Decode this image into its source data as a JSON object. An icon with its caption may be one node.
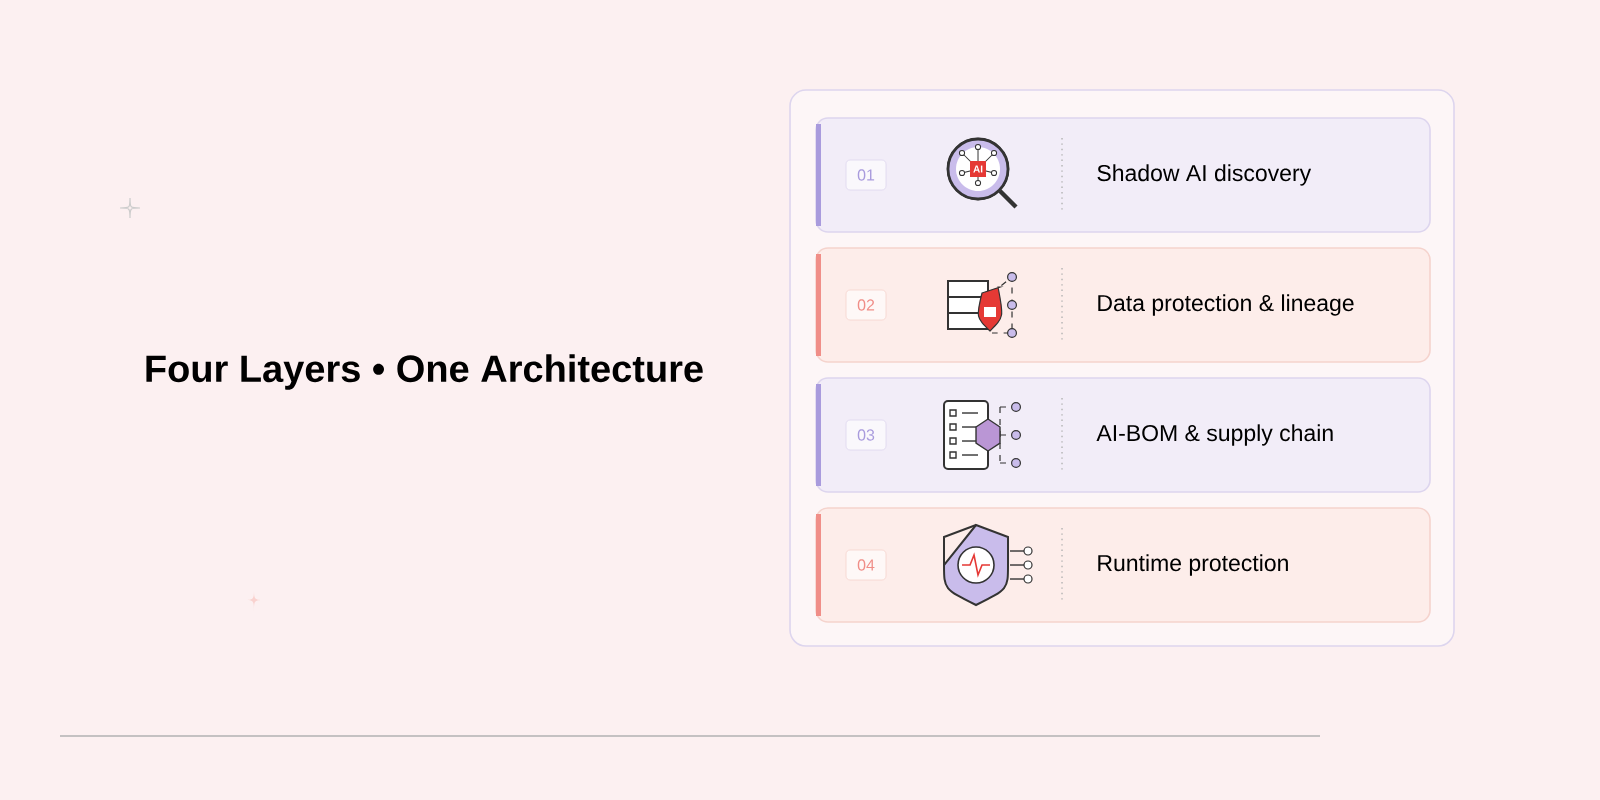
{
  "diagram": {
    "title": "Four Layers • One Architecture",
    "nodes": [
      {
        "text": [],
        "shape": "box"
      },
      {
        "text": [
          "01",
          "Shadow AI discovery"
        ],
        "in": 0
      },
      {
        "text": [
          "02",
          "Data protection & lineage"
        ],
        "in": 0
      },
      {
        "text": [
          "03",
          "AI-BOM & supply chain"
        ],
        "in": 0
      },
      {
        "text": [
          "04",
          "Runtime protection"
        ],
        "in": 0
      }
    ],
    "labels": [
      "AI"
    ]
  }
}
